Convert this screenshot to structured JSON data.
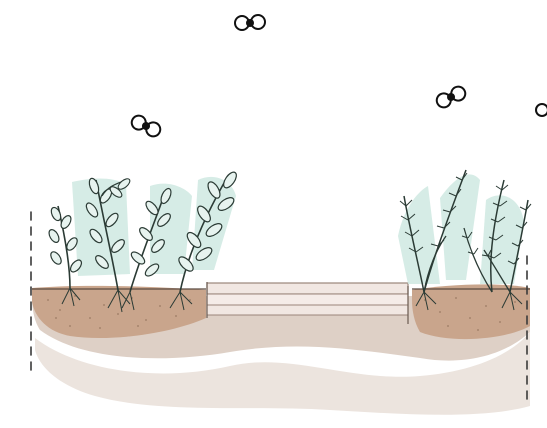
{
  "illustration": {
    "subject": "cross-section-of-garden-bed-with-plants-and-boardwalk",
    "icons": {
      "molecules": "molecule-icon",
      "left_plants": "leafy-plant-icon",
      "right_plants": "grass-plant-icon",
      "boardwalk": "boardwalk-icon"
    },
    "molecule_count": 4,
    "left_plant_count": 4,
    "right_plant_count": 3
  },
  "colors": {
    "background": "#ffffff",
    "soil_light": "#e8ddd6",
    "soil_mid": "#d9cbc1",
    "soil_bed": "#c9a58c",
    "soil_dots": "#8a6a55",
    "foliage_halo": "#cfe9e2",
    "stem": "#2b3b35",
    "leaf_fill": "#e7f3ef",
    "boardwalk_fill": "#f1e7e2",
    "boardwalk_line": "#9a857a",
    "post_line": "#3a3a3a",
    "molecule_fill": "#ffffff",
    "molecule_core": "#111111"
  }
}
